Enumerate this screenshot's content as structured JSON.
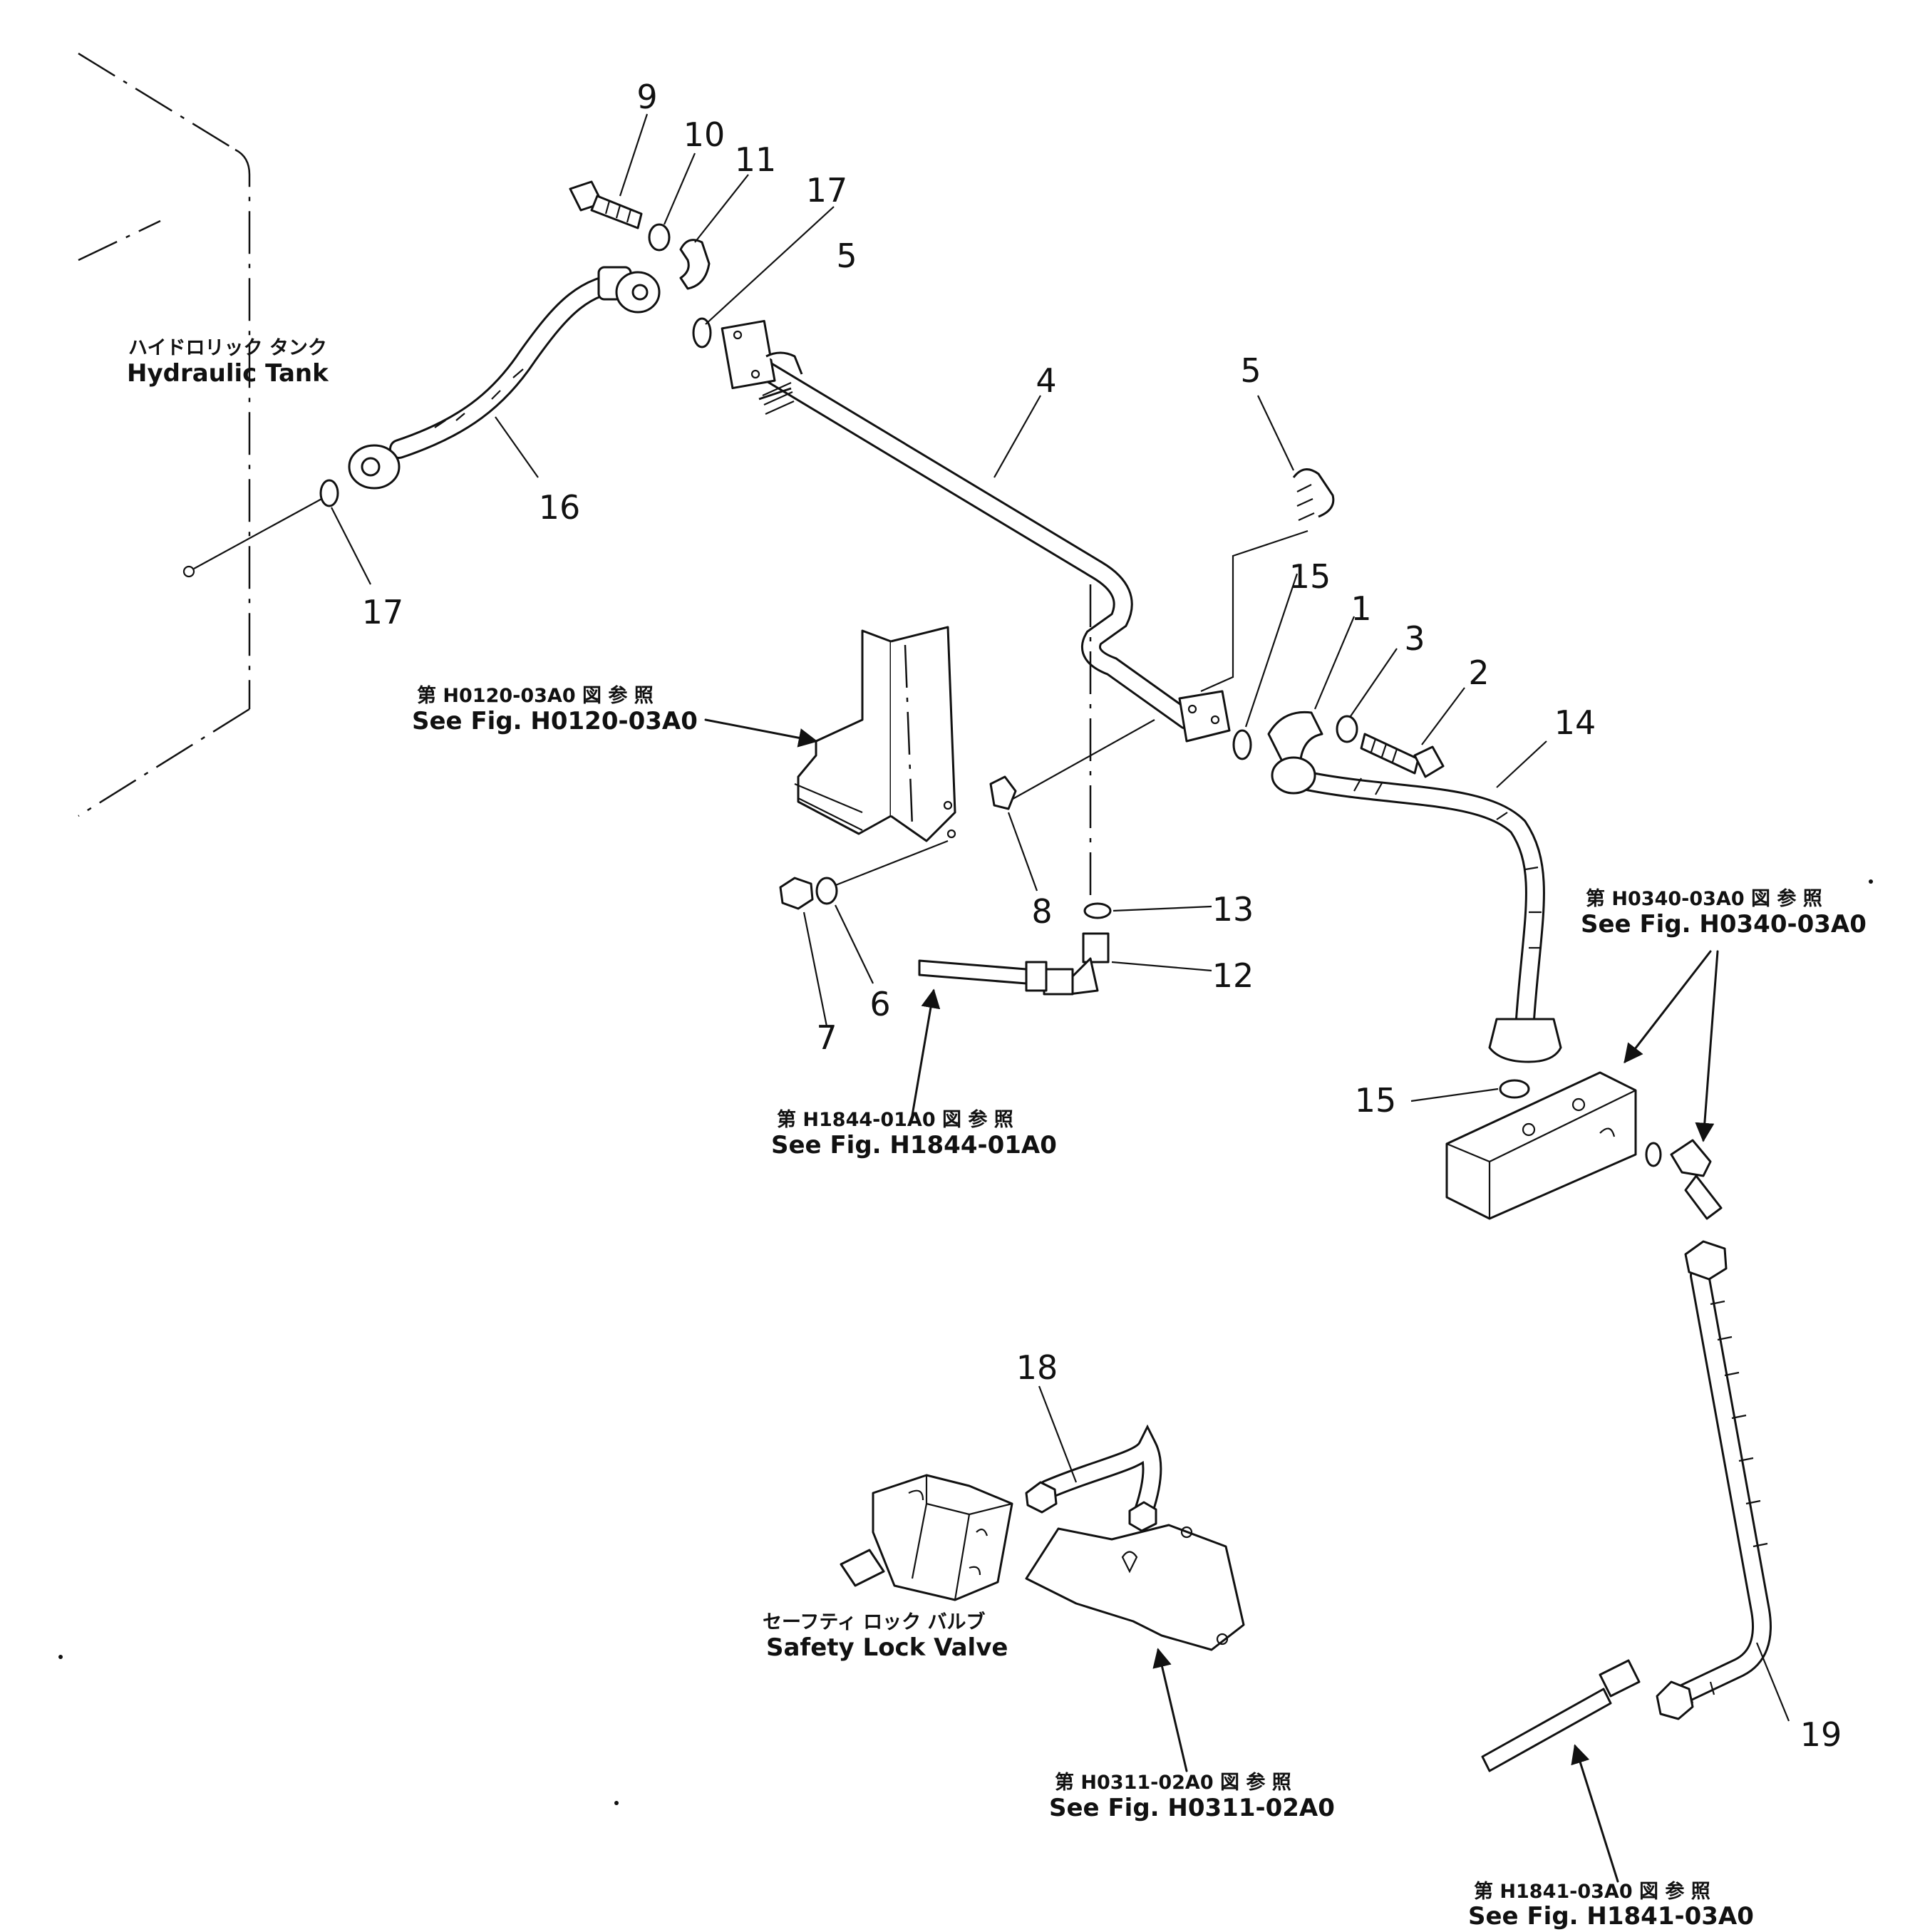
{
  "callouts": {
    "c1": "1",
    "c2": "2",
    "c3": "3",
    "c4": "4",
    "c5a": "5",
    "c5b": "5",
    "c6": "6",
    "c7": "7",
    "c8": "8",
    "c9": "9",
    "c10": "10",
    "c11": "11",
    "c12": "12",
    "c13": "13",
    "c14": "14",
    "c15a": "15",
    "c15b": "15",
    "c16": "16",
    "c17a": "17",
    "c17b": "17",
    "c18": "18",
    "c19": "19"
  },
  "labels": {
    "tank_jp": "ハイドロリック タンク",
    "tank_en": "Hydraulic Tank",
    "valve_jp": "セーフティ ロック バルブ",
    "valve_en": "Safety Lock Valve"
  },
  "references": {
    "h0120_jp": "第 H0120-03A0 図 参 照",
    "h0120_en": "See Fig. H0120-03A0",
    "h1844_jp": "第 H1844-01A0 図 参 照",
    "h1844_en": "See Fig. H1844-01A0",
    "h0340_jp": "第 H0340-03A0 図 参 照",
    "h0340_en": "See Fig. H0340-03A0",
    "h0311_jp": "第 H0311-02A0 図 参 照",
    "h0311_en": "See Fig. H0311-02A0",
    "h1841_jp": "第 H1841-03A0 図 参 照",
    "h1841_en": "See Fig. H1841-03A0"
  }
}
